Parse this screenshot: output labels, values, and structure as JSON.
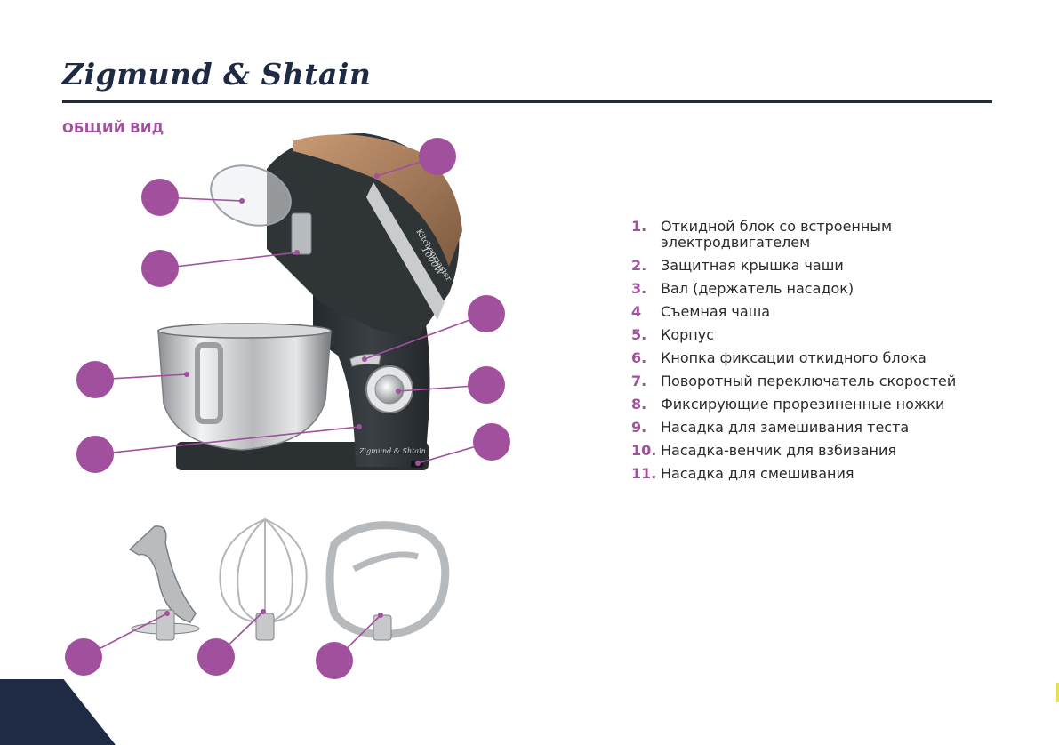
{
  "brand": {
    "logo": "Zigmund & Shtain"
  },
  "section": {
    "title": "ОБЩИЙ ВИД"
  },
  "product": {
    "side_label": "Kitchenmaster",
    "side_power": "1000W",
    "base_brand": "Zigmund & Shtain"
  },
  "legend": [
    {
      "num": "1.",
      "text": "Откидной блок со встроенным электродвигателем"
    },
    {
      "num": "2.",
      "text": "Защитная крышка чаши"
    },
    {
      "num": "3.",
      "text": "Вал (держатель насадок)"
    },
    {
      "num": "4",
      "text": "Съемная чаша"
    },
    {
      "num": "5.",
      "text": "Корпус"
    },
    {
      "num": "6.",
      "text": "Кнопка фиксации откидного блока"
    },
    {
      "num": "7.",
      "text": "Поворотный переключатель скоростей"
    },
    {
      "num": "8.",
      "text": "Фиксирующие прорезиненные ножки"
    },
    {
      "num": "9.",
      "text": "Насадка для замешивания теста"
    },
    {
      "num": "10.",
      "text": "Насадка-венчик для взбивания"
    },
    {
      "num": "11.",
      "text": " Насадка для смешивания"
    }
  ],
  "colors": {
    "accent": "#a0509c",
    "navy": "#1f2a44",
    "body": "#2f3437",
    "copper": "#a87a56"
  }
}
